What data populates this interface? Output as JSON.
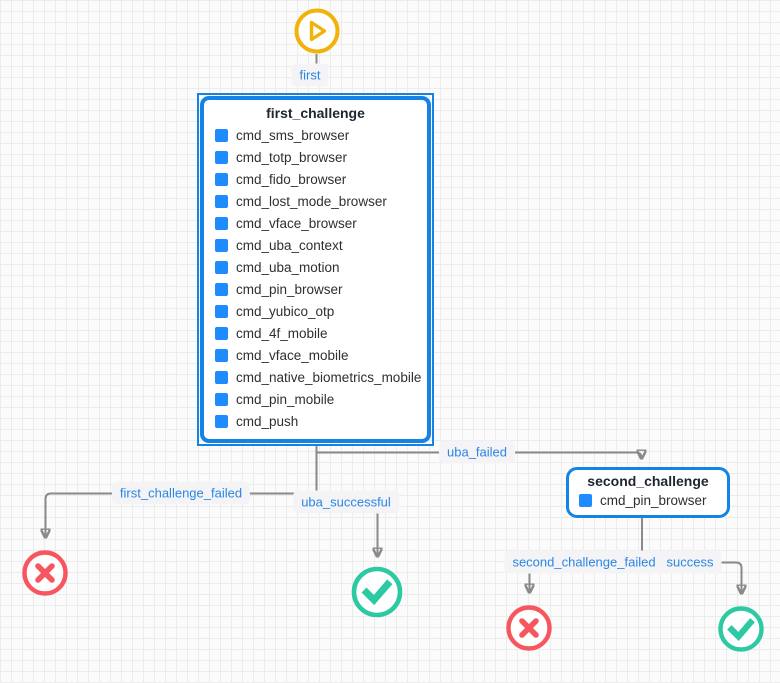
{
  "diagram": {
    "start_node": {
      "icon": "play-icon"
    },
    "nodes": {
      "first_challenge": {
        "title": "first_challenge",
        "selected": true,
        "items": [
          "cmd_sms_browser",
          "cmd_totp_browser",
          "cmd_fido_browser",
          "cmd_lost_mode_browser",
          "cmd_vface_browser",
          "cmd_uba_context",
          "cmd_uba_motion",
          "cmd_pin_browser",
          "cmd_yubico_otp",
          "cmd_4f_mobile",
          "cmd_vface_mobile",
          "cmd_native_biometrics_mobile",
          "cmd_pin_mobile",
          "cmd_push"
        ]
      },
      "second_challenge": {
        "title": "second_challenge",
        "selected": false,
        "items": [
          "cmd_pin_browser"
        ]
      }
    },
    "edge_labels": {
      "first": "first",
      "uba_failed": "uba_failed",
      "first_challenge_failed": "first_challenge_failed",
      "uba_successful": "uba_successful",
      "second_challenge_failed": "second_challenge_failed",
      "success": "success"
    },
    "terminals": {
      "fail_left": "error",
      "success_middle": "success",
      "fail_right": "error",
      "success_right": "success"
    },
    "colors": {
      "node_border": "#1583e6",
      "item_square": "#1e8cff",
      "edge_line": "#8a8a8a",
      "edge_label_text": "#2b86e5",
      "edge_label_bg": "#f4f4f6",
      "start_yellow": "#f1b30a",
      "fail_red": "#f8565e",
      "success_teal": "#2cc9a3",
      "grid_line": "#ececec",
      "canvas_bg": "#fbfbfb"
    }
  }
}
